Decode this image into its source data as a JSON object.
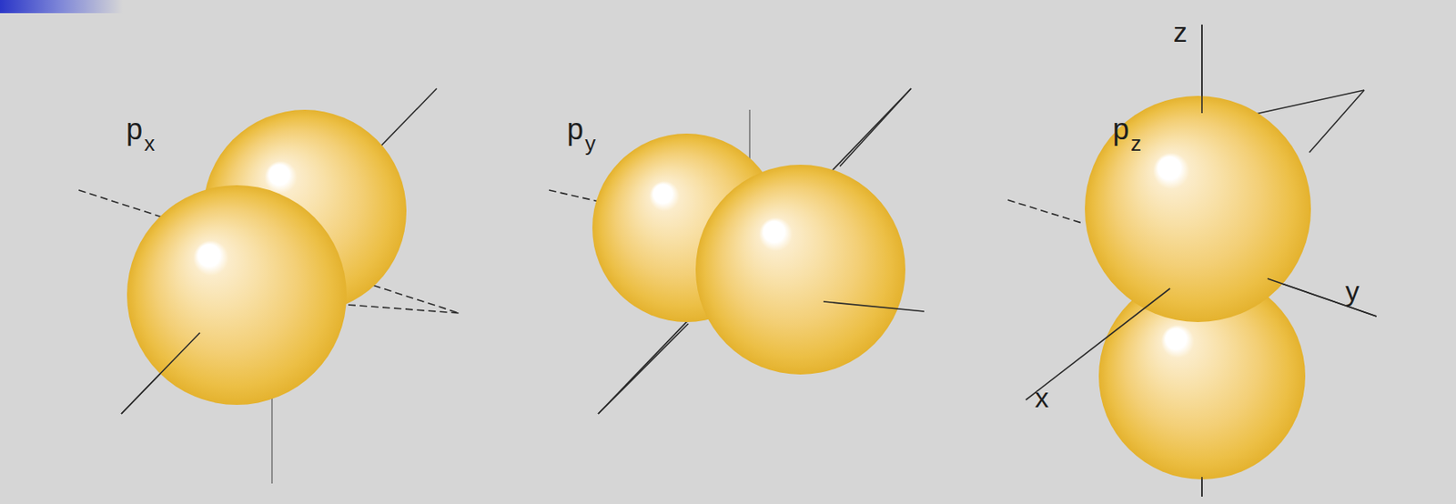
{
  "diagram": {
    "labels": [
      "p",
      "x",
      "p",
      "y",
      "p",
      "z",
      "z",
      "y",
      "x"
    ]
  }
}
